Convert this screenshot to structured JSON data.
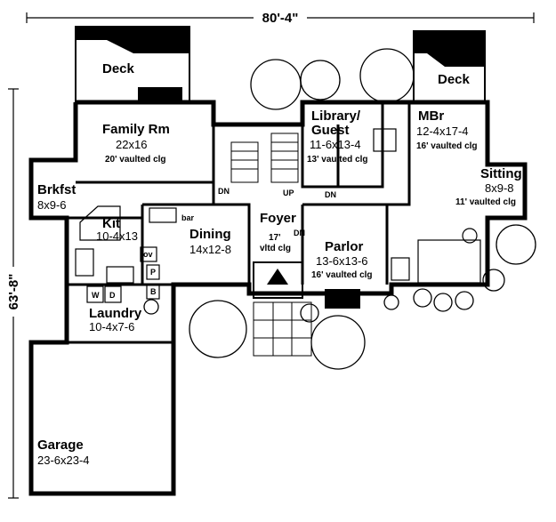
{
  "dimensions": {
    "width": "80'-4\"",
    "depth": "63'-8\""
  },
  "rooms": {
    "deck_left": {
      "name": "Deck"
    },
    "deck_right": {
      "name": "Deck"
    },
    "family_room": {
      "name": "Family Rm",
      "size": "22x16",
      "note": "20' vaulted clg"
    },
    "library": {
      "name": "Library/",
      "name2": "Guest",
      "size": "11-6x13-4",
      "note": "13' vaulted clg"
    },
    "master_bedroom": {
      "name": "MBr",
      "size": "12-4x17-4",
      "note": "16' vaulted clg"
    },
    "sitting": {
      "name": "Sitting",
      "size": "8x9-8",
      "note": "11' vaulted clg"
    },
    "breakfast": {
      "name": "Brkfst",
      "size": "8x9-6"
    },
    "kitchen": {
      "name": "Kit",
      "size": "10-4x13"
    },
    "dining": {
      "name": "Dining",
      "size": "14x12-8"
    },
    "foyer": {
      "name": "Foyer",
      "note": "17'",
      "note2": "vltd clg"
    },
    "parlor": {
      "name": "Parlor",
      "size": "13-6x13-6",
      "note": "16' vaulted clg"
    },
    "laundry": {
      "name": "Laundry",
      "size": "10-4x7-6"
    },
    "garage": {
      "name": "Garage",
      "size": "23-6x23-4"
    }
  },
  "labels": {
    "dn1": "DN",
    "dn2": "DN",
    "dn3": "DN",
    "up": "UP",
    "bar": "bar",
    "ov": "ov",
    "p": "P",
    "b": "B",
    "w": "W",
    "d": "D"
  }
}
